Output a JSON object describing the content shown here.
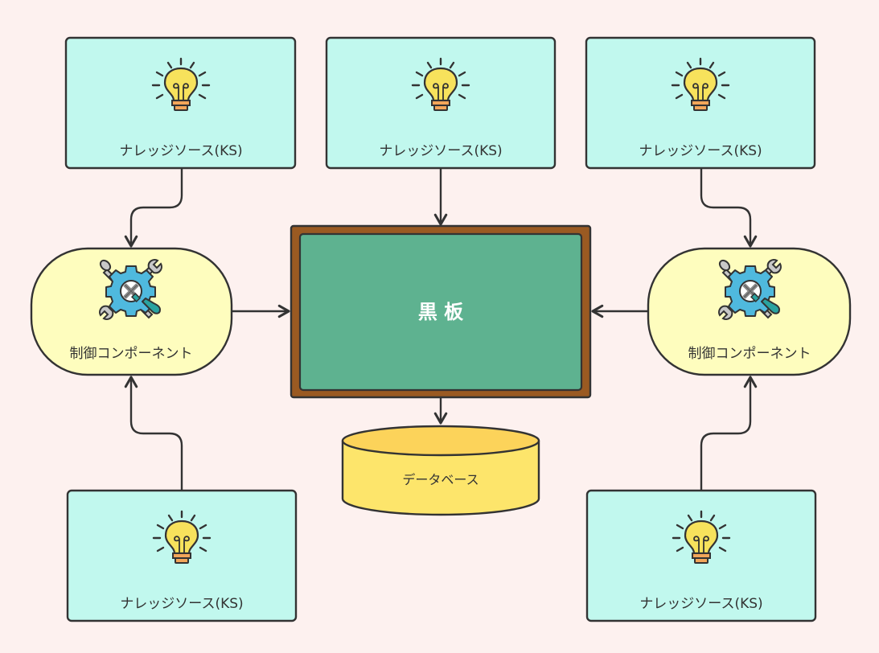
{
  "diagram": {
    "title": "Blackboard architecture",
    "colors": {
      "background": "#fdf1ef",
      "knowledge_source_fill": "#c1f8ee",
      "control_fill": "#fefdbe",
      "blackboard_frame": "#9a5a22",
      "blackboard_surface": "#5eb290",
      "database_top": "#fcd35a",
      "database_body": "#fde56b",
      "stroke": "#333333",
      "text": "#333333",
      "blackboard_text": "#ffffff"
    },
    "nodes": {
      "ks_top_left": {
        "label": "ナレッジソース(KS)",
        "icon": "lightbulb-icon"
      },
      "ks_top_center": {
        "label": "ナレッジソース(KS)",
        "icon": "lightbulb-icon"
      },
      "ks_top_right": {
        "label": "ナレッジソース(KS)",
        "icon": "lightbulb-icon"
      },
      "ks_bottom_left": {
        "label": "ナレッジソース(KS)",
        "icon": "lightbulb-icon"
      },
      "ks_bottom_right": {
        "label": "ナレッジソース(KS)",
        "icon": "lightbulb-icon"
      },
      "control_left": {
        "label": "制御コンポーネント",
        "icon": "gear-tools-icon"
      },
      "control_right": {
        "label": "制御コンポーネント",
        "icon": "gear-tools-icon"
      },
      "blackboard": {
        "label": "黒 板"
      },
      "database": {
        "label": "データベース"
      }
    },
    "edges": [
      {
        "from": "ks_top_left",
        "to": "control_left"
      },
      {
        "from": "ks_top_center",
        "to": "blackboard"
      },
      {
        "from": "ks_top_right",
        "to": "control_right"
      },
      {
        "from": "ks_bottom_left",
        "to": "control_left"
      },
      {
        "from": "ks_bottom_right",
        "to": "control_right"
      },
      {
        "from": "control_left",
        "to": "blackboard"
      },
      {
        "from": "control_right",
        "to": "blackboard"
      },
      {
        "from": "blackboard",
        "to": "database"
      }
    ]
  }
}
